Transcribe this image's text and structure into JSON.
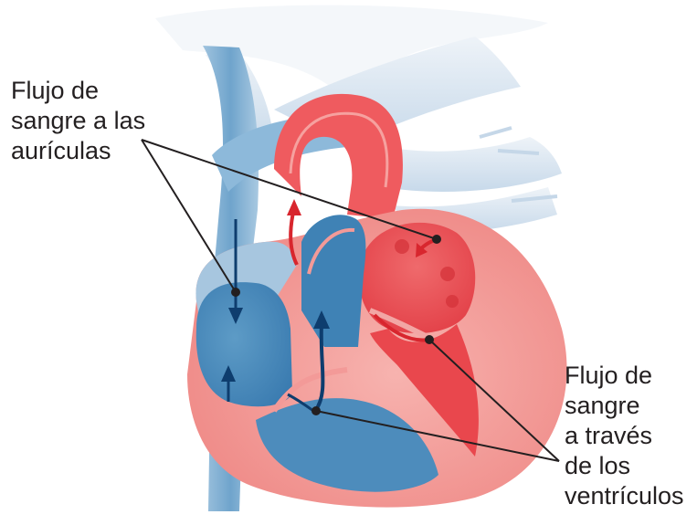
{
  "labels": {
    "atria": [
      "Flujo de",
      "sangre a las",
      "aurículas"
    ],
    "ventricles": [
      "Flujo de",
      "sangre",
      "a través",
      "de los",
      "ventrículos"
    ]
  },
  "colors": {
    "oxygenated": "#e8434a",
    "oxygenated_light": "#f39a98",
    "deoxygenated": "#3b7fb0",
    "deoxygenated_light": "#7fb1d3",
    "vessel_pale": "#dfe8f1",
    "arrow_red": "#d8262e",
    "arrow_blue": "#0e3d6e",
    "leader": "#231f20"
  }
}
